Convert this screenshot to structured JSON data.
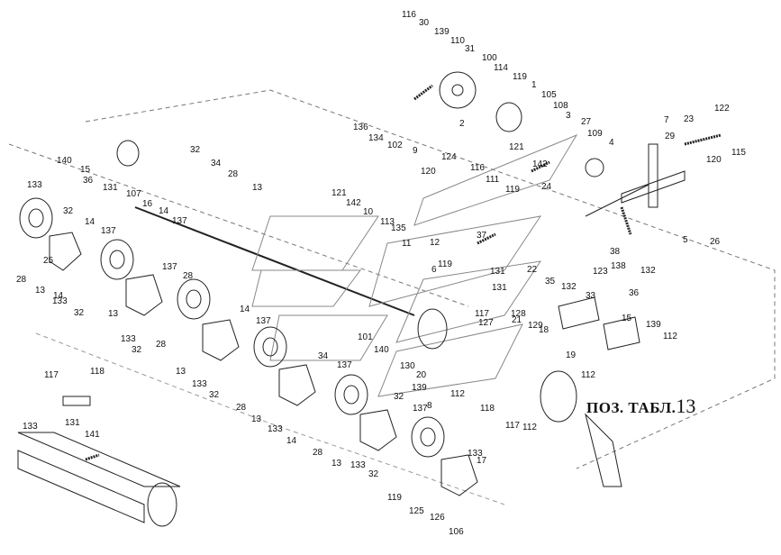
{
  "caption": {
    "text": "ПОЗ. ТАБЛ.",
    "number": "13"
  },
  "labels": [
    "116",
    "30",
    "139",
    "110",
    "31",
    "100",
    "114",
    "119",
    "1",
    "105",
    "108",
    "3",
    "27",
    "109",
    "4",
    "7",
    "23",
    "122",
    "29",
    "115",
    "120",
    "2",
    "9",
    "136",
    "134",
    "102",
    "124",
    "121",
    "116",
    "142",
    "24",
    "111",
    "119",
    "120",
    "10",
    "113",
    "135",
    "121",
    "142",
    "11",
    "12",
    "119",
    "6",
    "37",
    "5",
    "138",
    "132",
    "26",
    "38",
    "123",
    "131",
    "22",
    "35",
    "36",
    "131",
    "132",
    "33",
    "101",
    "117",
    "21",
    "127",
    "128",
    "129",
    "18",
    "15",
    "139",
    "112",
    "19",
    "112",
    "140",
    "130",
    "20",
    "139",
    "112",
    "8",
    "118",
    "117",
    "112",
    "140",
    "15",
    "36",
    "131",
    "107",
    "16",
    "14",
    "137",
    "32",
    "34",
    "28",
    "13",
    "133",
    "32",
    "14",
    "137",
    "28",
    "13",
    "133",
    "14",
    "32",
    "137",
    "28",
    "13",
    "133",
    "32",
    "14",
    "137",
    "28",
    "13",
    "133",
    "32",
    "34",
    "137",
    "28",
    "13",
    "133",
    "14",
    "32",
    "137",
    "28",
    "13",
    "133",
    "32",
    "133",
    "17",
    "119",
    "125",
    "126",
    "106",
    "25",
    "117",
    "118",
    "133",
    "131",
    "141"
  ]
}
